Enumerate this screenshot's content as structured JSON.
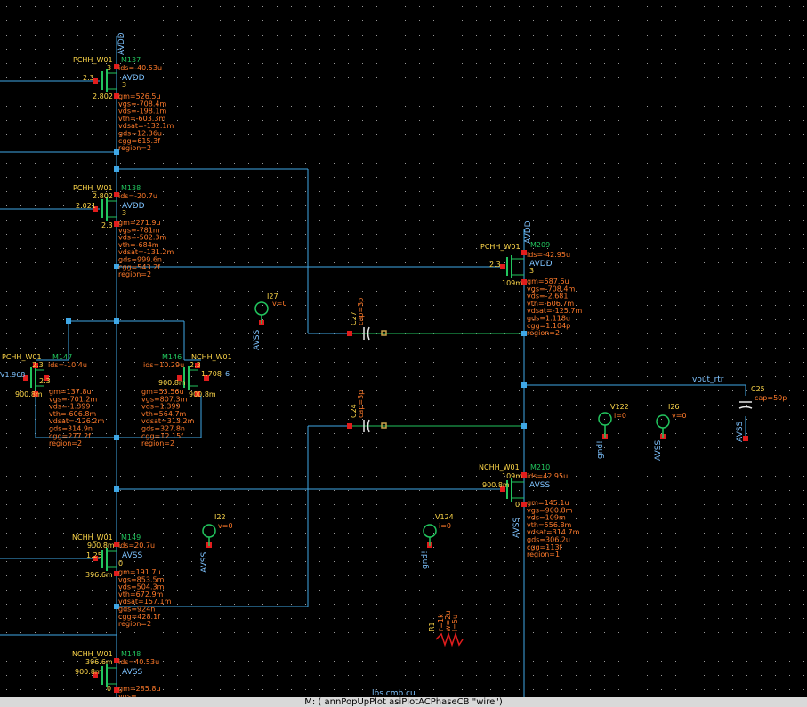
{
  "colors": {
    "background": "#000000",
    "wire": "#3fa7e6",
    "wire_green": "#22c55e",
    "device": "#22c55e",
    "model_text": "#ffd84a",
    "param_text": "#ff7a2a",
    "net_label": "#7ec3ff",
    "pin": "#e11d1d",
    "status_bg": "#d9d9d9"
  },
  "status_bar": {
    "text": "M: ( annPopUpPlot asiPlotACPhaseCB \"wire\")",
    "overlay": "lbs.cmb.cu"
  },
  "nets": {
    "vout": "vout_rtr",
    "avdd": "AVDD",
    "avss": "AVSS",
    "gnd": "gnd!"
  },
  "devices": {
    "m137": {
      "model": "PCHH_W01",
      "inst": "M137",
      "bulk": "AVDD",
      "ids": "ids=-40.53u",
      "g_val": "2.3",
      "d_val": "2.802",
      "s_pin": "3",
      "b_pin": "3",
      "params": [
        "gm=526.5u",
        "vgs=-708.4m",
        "vds=-198.1m",
        "vth=-603.3m",
        "vdsat=-132.1m",
        "gds=12.36u",
        "cgg=615.3f",
        "region=2"
      ]
    },
    "m138": {
      "model": "PCHH_W01",
      "inst": "M138",
      "bulk": "AVDD",
      "ids": "ids=-20.7u",
      "s_val": "2.802",
      "g_val": "2.021",
      "d_val": "2.3",
      "b_pin": "3",
      "params": [
        "gm=271.9u",
        "vgs=-781m",
        "vds=-502.3m",
        "vth=-684m",
        "vdsat=-131.2m",
        "gds=999.6n",
        "cgg=543.2f",
        "region=2"
      ]
    },
    "m209": {
      "model": "PCHH_W01",
      "inst": "M209",
      "bulk": "AVDD",
      "ids": "ids=-42.95u",
      "g_val": "2.3",
      "d_val": "109m",
      "b_pin": "3",
      "params": [
        "gm=587.6u",
        "vgs=-708.4m",
        "vds=-2.681",
        "vth=-606.7m",
        "vdsat=-125.7m",
        "gds=1.118u",
        "cgg=1.104p",
        "region=2"
      ]
    },
    "m147": {
      "model": "PCHH_W01",
      "inst": "M147",
      "v_left": "V1.968",
      "ids": "ids=-10.4u",
      "s_val": "2.3",
      "g_val": "2.3",
      "d_val": "900.8m",
      "params": [
        "gm=137.8u",
        "vgs=-701.2m",
        "vds=-1.399",
        "vth=-606.8m",
        "vdsat=-126.2m",
        "gds=314.9n",
        "cgg=277.2f",
        "region=2"
      ]
    },
    "m146": {
      "model": "NCHH_W01",
      "inst": "M146",
      "ids": "ids=10.29u",
      "d_val": "2.3",
      "g_val": "1.708",
      "s_val": "900.8m",
      "s2_val": "900.8m",
      "g_pin": "6",
      "params": [
        "gm=53.56u",
        "vgs=807.3m",
        "vds=1.399",
        "vth=564.7m",
        "vdsat=313.2m",
        "gds=327.8n",
        "cgg=12.15f",
        "region=2"
      ]
    },
    "m149": {
      "model": "NCHH_W01",
      "inst": "M149",
      "bulk": "AVSS",
      "d_val": "900.8m",
      "ids": "ids=20.7u",
      "g_val": "1.25",
      "s_val": "396.6m",
      "b_pin": "0",
      "params": [
        "gm=191.7u",
        "vgs=853.5m",
        "vds=504.3m",
        "vth=672.9m",
        "vdsat=157.1m",
        "gds=924n",
        "cgg=428.1f",
        "region=2"
      ]
    },
    "m210": {
      "model": "NCHH_W01",
      "inst": "M210",
      "bulk": "AVSS",
      "d_val": "109m",
      "ids": "ids=42.95u",
      "g_val": "900.8m",
      "b_pin": "0",
      "params": [
        "gm=145.1u",
        "vgs=900.8m",
        "vds=109m",
        "vth=556.8m",
        "vdsat=314.7m",
        "gds=306.2u",
        "cgg=113f",
        "region=1"
      ]
    },
    "m148": {
      "model": "NCHH_W01",
      "inst": "M148",
      "bulk": "AVSS",
      "d_val": "396.6m",
      "ids": "ids=40.53u",
      "g_val": "900.8m",
      "b_pin": "0",
      "params": [
        "gm=285.8u",
        "vgs=..."
      ]
    }
  },
  "caps": {
    "c27": {
      "name": "C27",
      "value": "cap=3p"
    },
    "c24": {
      "name": "C24",
      "value": "cap=3p"
    },
    "c25": {
      "name": "C25",
      "value": "cap=50p"
    }
  },
  "sources": {
    "i27": {
      "name": "I27",
      "value": "v=0"
    },
    "i22": {
      "name": "I22",
      "value": "v=0"
    },
    "i26": {
      "name": "I26",
      "value": "v=0"
    },
    "v122": {
      "name": "V122",
      "value": "i=0"
    },
    "v124": {
      "name": "V124",
      "value": "i=0"
    }
  },
  "resistor": {
    "name": "R1",
    "params": [
      "r=1k",
      "w=2u",
      "l=5u"
    ]
  }
}
